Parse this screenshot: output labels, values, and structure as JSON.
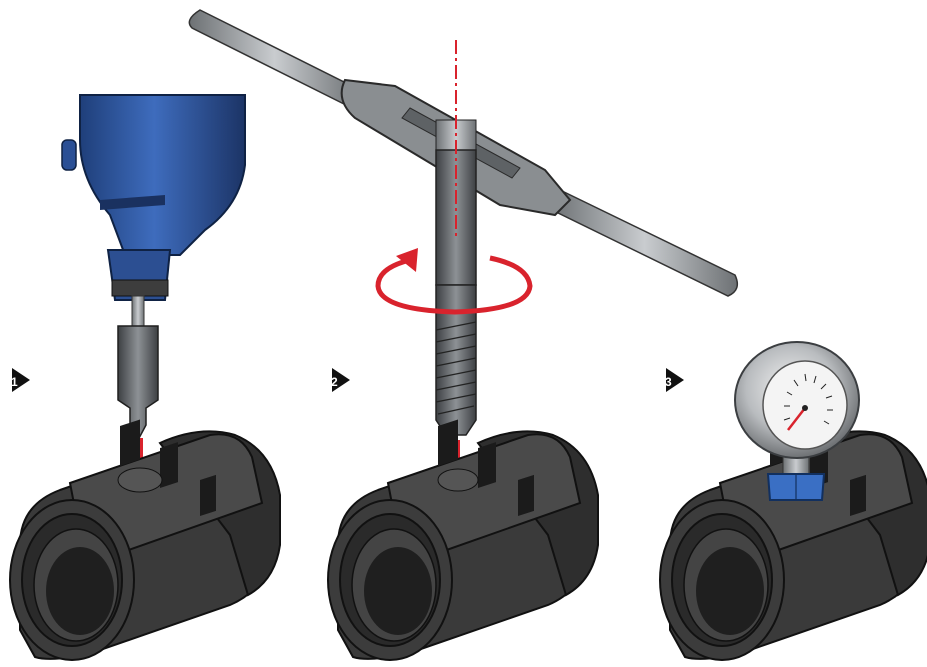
{
  "steps": [
    {
      "number": "1",
      "tool": "spade-drill-bit"
    },
    {
      "number": "2",
      "tool": "tap-with-tap-wrench"
    },
    {
      "number": "3",
      "tool": "pressure-gauge"
    }
  ],
  "colors": {
    "drill_blue": "#2f5aa3",
    "arrow_red": "#d9232d",
    "fitting_dark": "#2b2b2b",
    "steel": "#8f9396",
    "gauge_nut_blue": "#3a6fc4"
  },
  "icons": [
    "step-marker-icon",
    "down-arrow-icon",
    "rotation-arrow-icon"
  ]
}
